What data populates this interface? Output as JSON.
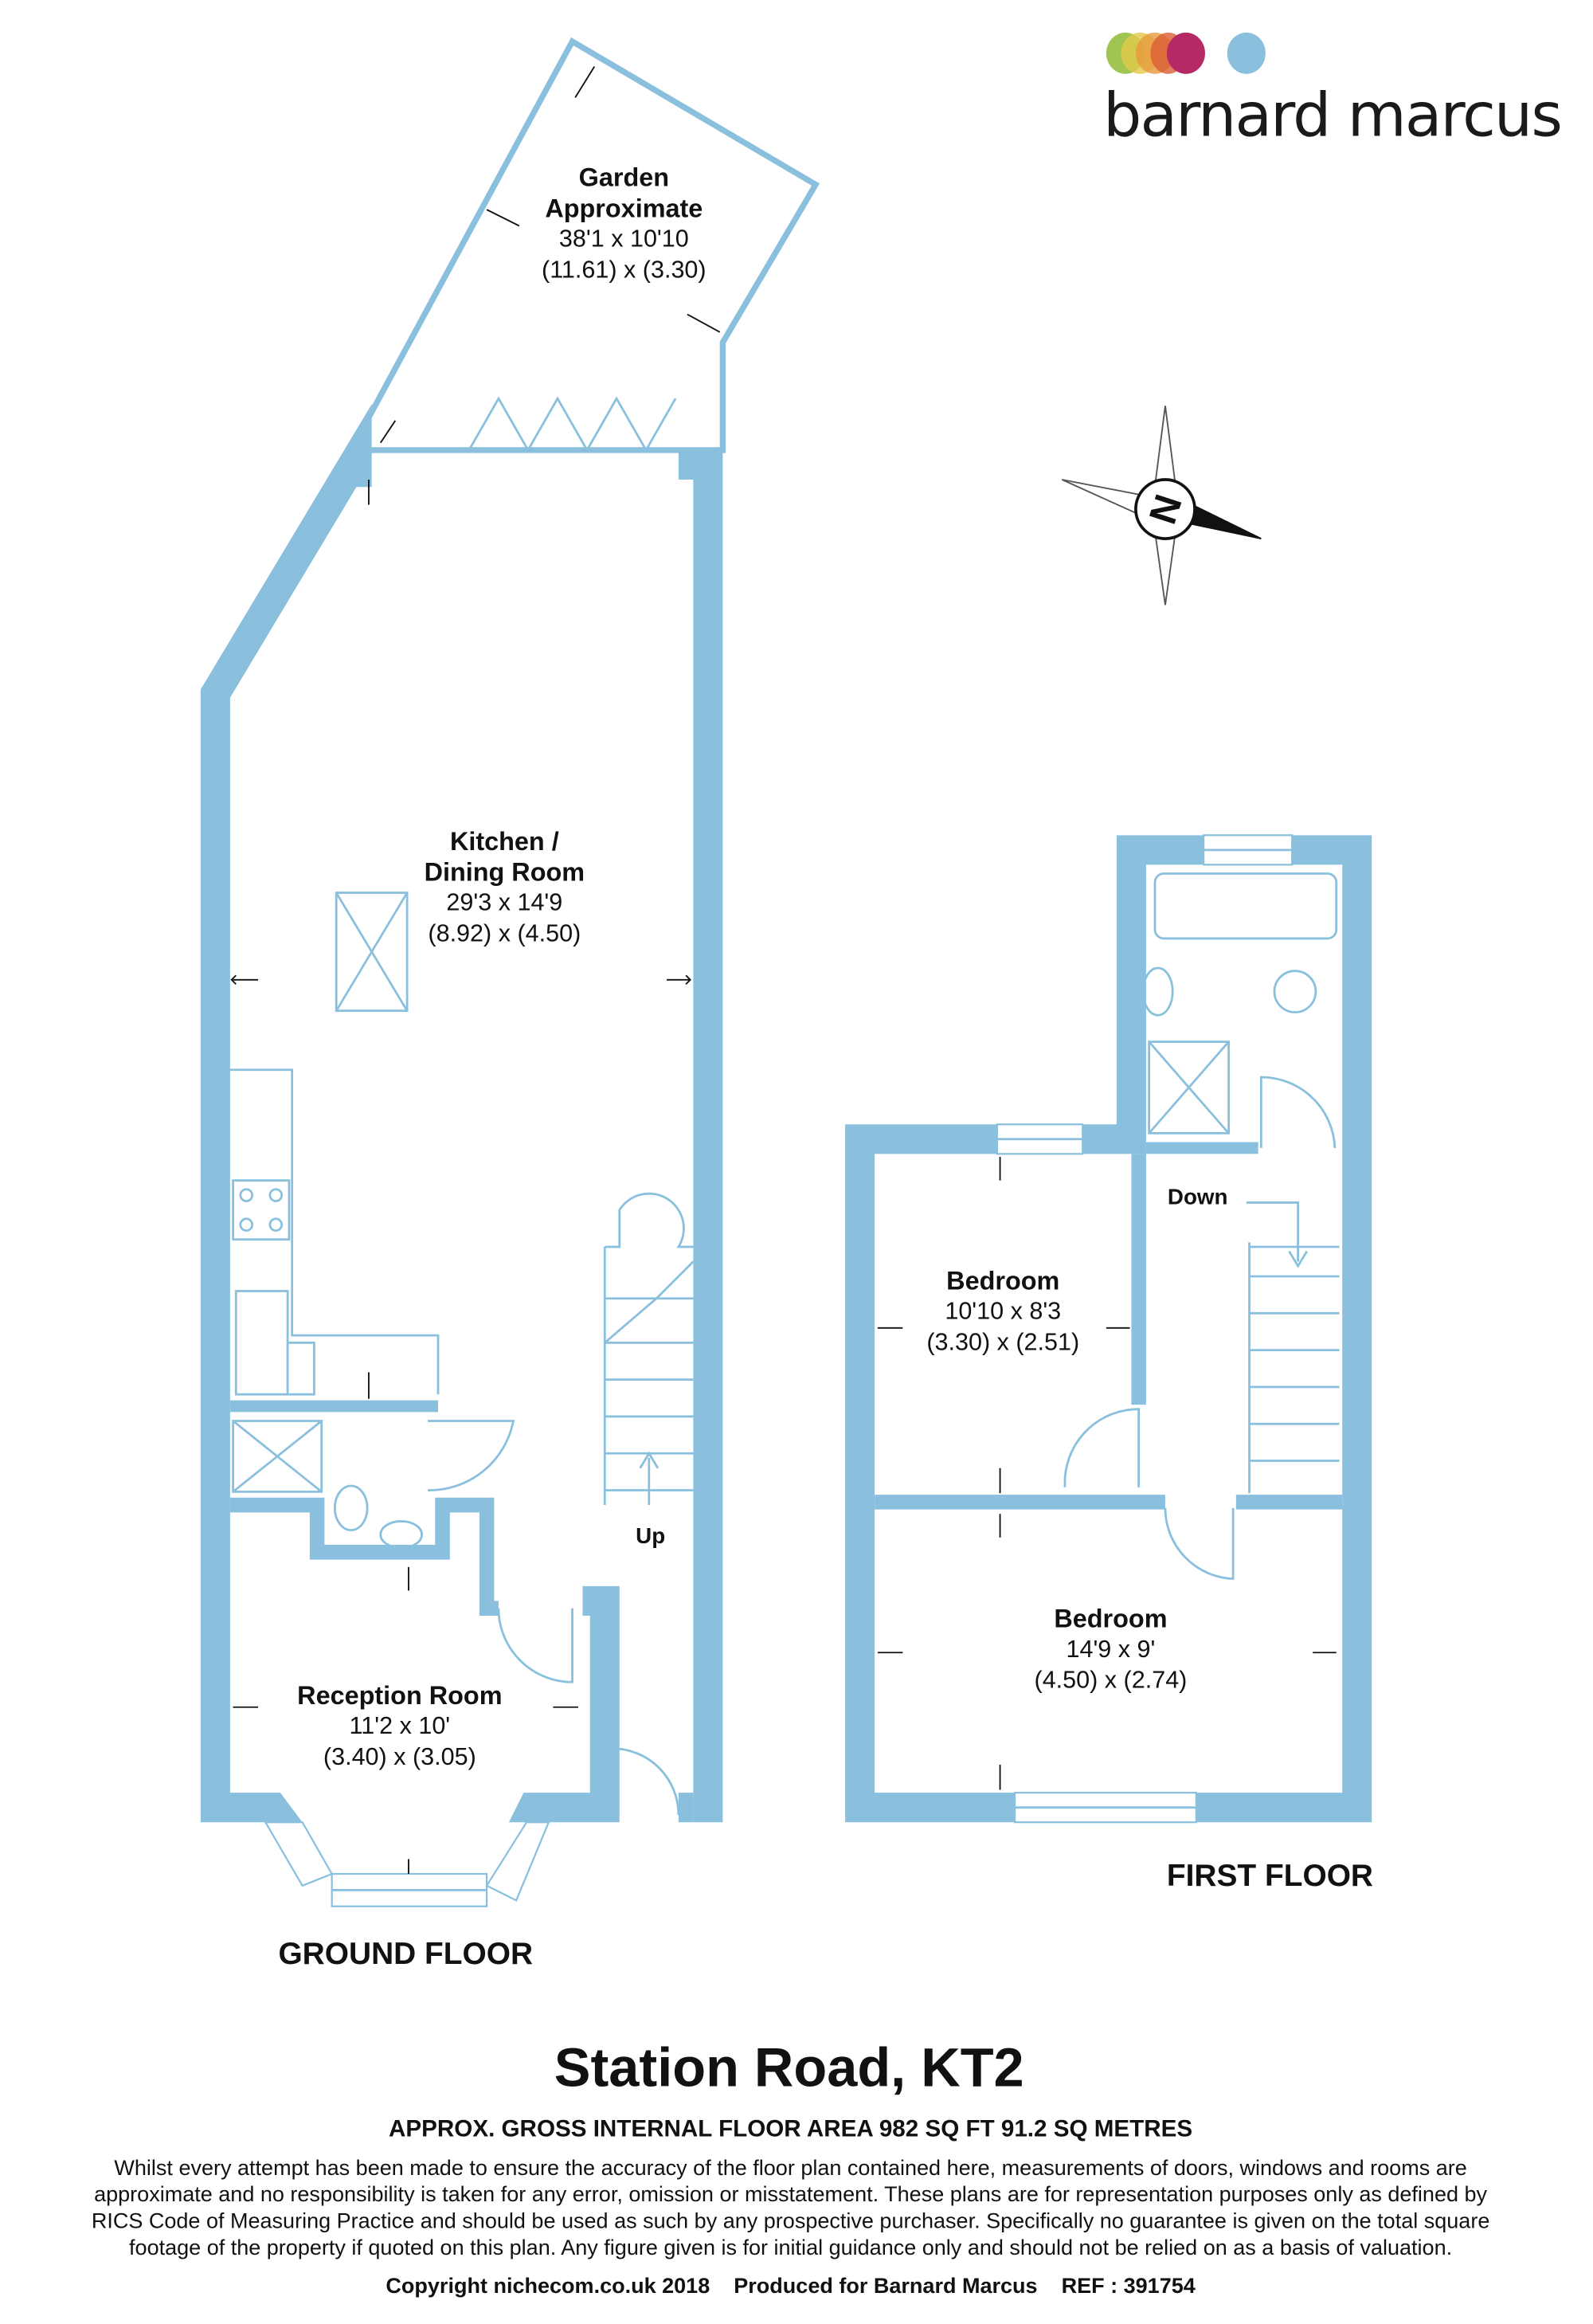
{
  "logo": {
    "text": "barnard marcus",
    "dot_colors": [
      "#9cc24a",
      "#e2c94a",
      "#e79a3d",
      "#db5d34",
      "#b52a64",
      "#8ac0dd"
    ]
  },
  "colors": {
    "wall": "#8ac0dd",
    "text": "#111111"
  },
  "compass": {
    "letter": "N"
  },
  "rooms": {
    "garden": {
      "name1": "Garden",
      "name2": "Approximate",
      "imperial": "38'1 x 10'10",
      "metric": "(11.61) x (3.30)"
    },
    "kitchen": {
      "name1": "Kitchen /",
      "name2": "Dining Room",
      "imperial": "29'3 x 14'9",
      "metric": "(8.92) x (4.50)"
    },
    "reception": {
      "name": "Reception Room",
      "imperial": "11'2 x 10'",
      "metric": "(3.40) x (3.05)"
    },
    "bedroom1": {
      "name": "Bedroom",
      "imperial": "10'10 x 8'3",
      "metric": "(3.30) x (2.51)"
    },
    "bedroom2": {
      "name": "Bedroom",
      "imperial": "14'9 x 9'",
      "metric": "(4.50) x (2.74)"
    }
  },
  "stairs": {
    "up": "Up",
    "down": "Down"
  },
  "floors": {
    "ground": "GROUND FLOOR",
    "first": "FIRST FLOOR"
  },
  "footer": {
    "title": "Station Road, KT2",
    "area": "APPROX. GROSS INTERNAL FLOOR AREA 982 SQ FT 91.2 SQ METRES",
    "disclaimer": [
      "Whilst every attempt has been made to ensure the accuracy of the floor plan contained here, measurements of doors, windows and rooms are",
      "approximate and no responsibility is taken for any error, omission or misstatement. These plans are for representation purposes only as defined by",
      "RICS Code of Measuring Practice and should be used as such by any prospective purchaser.  Specifically no guarantee is given on the total square",
      "footage of the property if quoted on this plan. Any figure given is for initial guidance only and should not be relied on as a basis of valuation."
    ],
    "copyright": "Copyright nichecom.co.uk 2018    Produced for Barnard Marcus    REF : 391754"
  }
}
